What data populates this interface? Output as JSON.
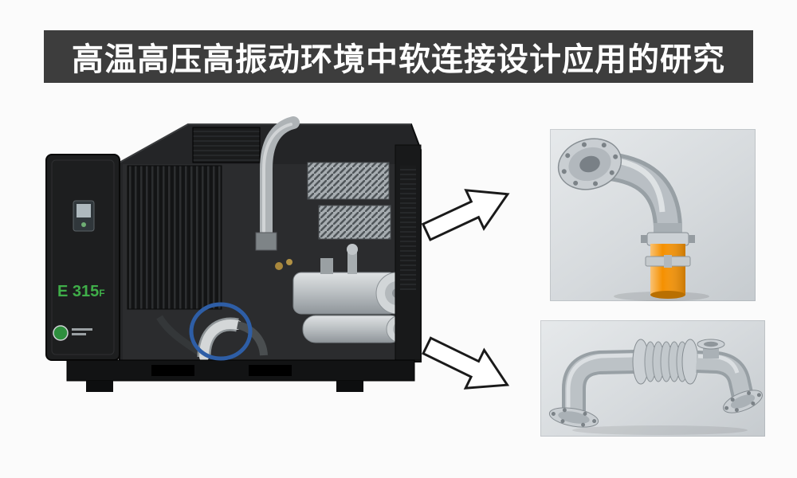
{
  "title": {
    "text": "高温高压高振动环境中软连接设计应用的研究"
  },
  "compressor": {
    "model_label": "E 315",
    "model_suffix": "F"
  },
  "annotation": {
    "type": "ellipse-highlight",
    "color": "#2e5ea6"
  },
  "arrows": [
    {
      "name": "arrow-up-right",
      "direction": "up-right",
      "fill": "#ffffff",
      "outline": "#1a1a1a"
    },
    {
      "name": "arrow-down-right",
      "direction": "down-right",
      "fill": "#ffffff",
      "outline": "#1a1a1a"
    }
  ],
  "cad_models": [
    {
      "name": "flanged-elbow-with-rubber-sleeve",
      "accent_color": "#f59000"
    },
    {
      "name": "flanged-pipe-with-bellows-expansion-joint",
      "accent_color": "#c7ccd0"
    }
  ],
  "colors": {
    "page_bg": "#fbfbfb",
    "title_bg": "#3d3d3d",
    "title_text": "#ffffff",
    "model_text": "#3fae49",
    "cad_panel_bg": "#d9dde0",
    "machine_body": "#242527"
  }
}
